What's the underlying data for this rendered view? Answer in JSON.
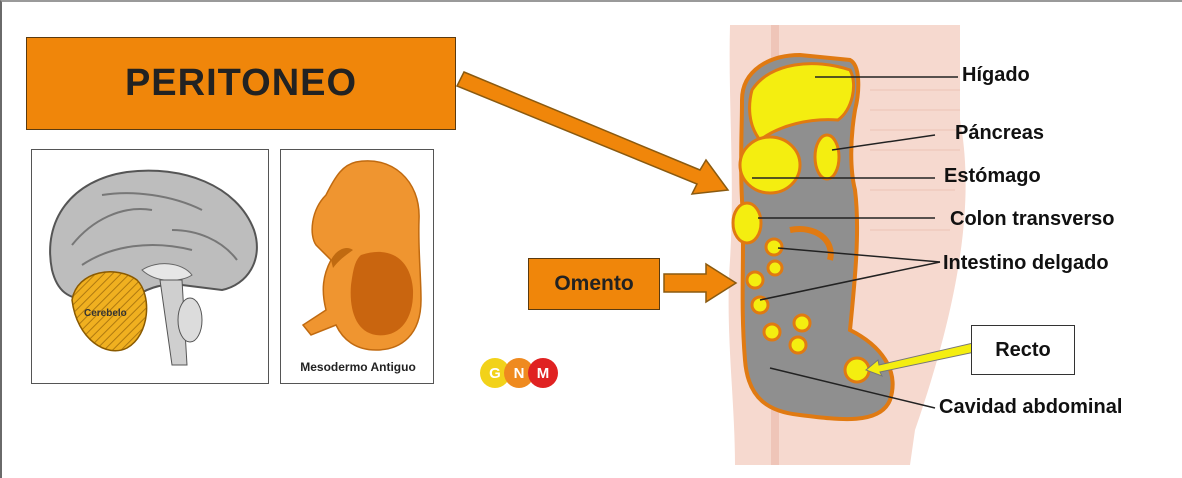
{
  "title": "PERITONEO",
  "panels": {
    "brain_label": "Cerebelo",
    "embryo_label": "Mesodermo Antiguo"
  },
  "labels": {
    "omento": "Omento",
    "higado": "Hígado",
    "pancreas": "Páncreas",
    "estomago": "Estómago",
    "colon": "Colon transverso",
    "intestino": "Intestino delgado",
    "recto": "Recto",
    "cavidad": "Cavidad abdominal"
  },
  "logo": {
    "letters": [
      "G",
      "N",
      "M"
    ]
  },
  "colors": {
    "accent": "#f0860a",
    "organ": "#f4ee10",
    "tissue": "#8a8a8a",
    "skin": "#f6d9cf"
  }
}
